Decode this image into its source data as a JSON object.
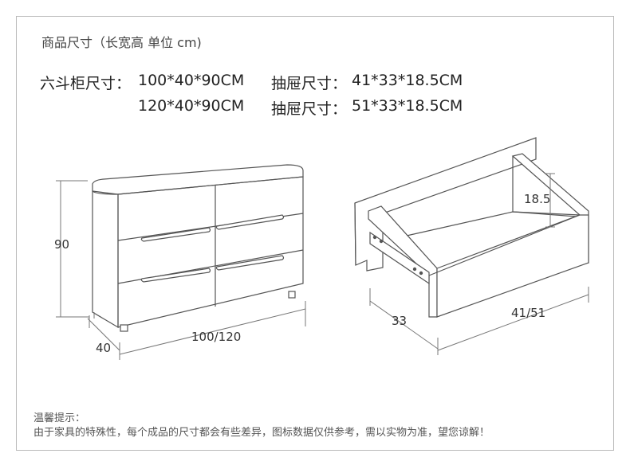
{
  "header": {
    "title": "商品尺寸（长宽高 单位 cm)"
  },
  "specs": {
    "cabinet_label": "六斗柜尺寸：",
    "cabinet_size_1": "100*40*90CM",
    "cabinet_size_2": "120*40*90CM",
    "drawer_label": "抽屉尺寸：",
    "drawer_size_1": "41*33*18.5CM",
    "drawer_size_2": "51*33*18.5CM"
  },
  "diagram": {
    "cabinet_height": "90",
    "cabinet_depth": "40",
    "cabinet_width": "100/120",
    "drawer_height": "18.5",
    "drawer_depth": "33",
    "drawer_width": "41/51",
    "drawer_count": 6
  },
  "notice": {
    "title": "温馨提示：",
    "body": "由于家具的特殊性，每个成品的尺寸都会有些差异，图标数据仅供参考，需以实物为准，望您谅解！"
  }
}
